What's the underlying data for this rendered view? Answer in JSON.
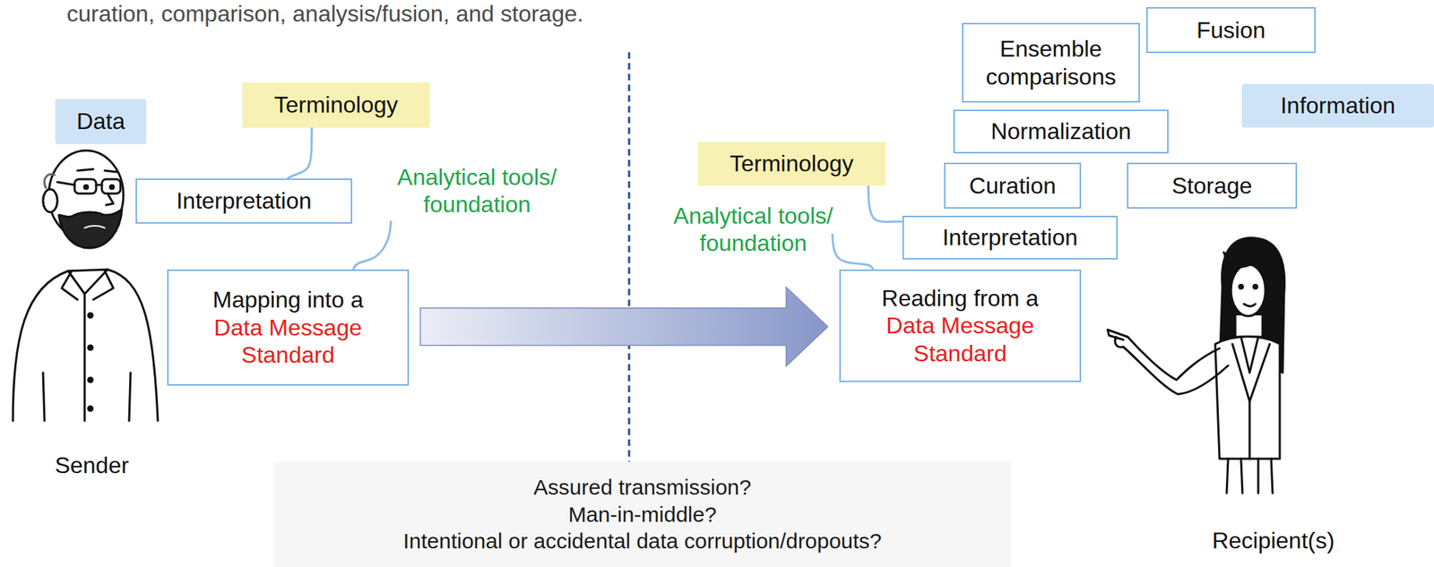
{
  "diagram": {
    "nodes": [
      {
        "text": [
          "Data"
        ]
      },
      {
        "text": [
          "Terminology"
        ]
      },
      {
        "text": [
          "Interpretation"
        ]
      },
      {
        "text": [
          "Mapping into a",
          "Data Message Standard"
        ]
      },
      {
        "text": [
          "Fusion"
        ]
      },
      {
        "text": [
          "Ensemble comparisons"
        ]
      },
      {
        "text": [
          "Information"
        ]
      },
      {
        "text": [
          "Normalization"
        ]
      },
      {
        "text": [
          "Terminology"
        ]
      },
      {
        "text": [
          "Curation"
        ]
      },
      {
        "text": [
          "Storage"
        ]
      },
      {
        "text": [
          "Interpretation"
        ]
      },
      {
        "text": [
          "Reading from a",
          "Data Message Standard"
        ]
      },
      {
        "text": [
          "Assured transmission?",
          "Man-in-middle?",
          "Intentional or accidental data corruption/dropouts?"
        ]
      }
    ],
    "edges": [
      {
        "from": 1,
        "to": 2,
        "arrow": "none"
      },
      {
        "from": 3,
        "to": 12,
        "arrow": "to"
      },
      {
        "from": 8,
        "to": 11,
        "arrow": "none"
      }
    ],
    "labels": [
      "curation, comparison, analysis/fusion, and storage.",
      "Analytical tools/ foundation",
      "Analytical tools/ foundation",
      "Sender",
      "Recipient(s)"
    ]
  }
}
